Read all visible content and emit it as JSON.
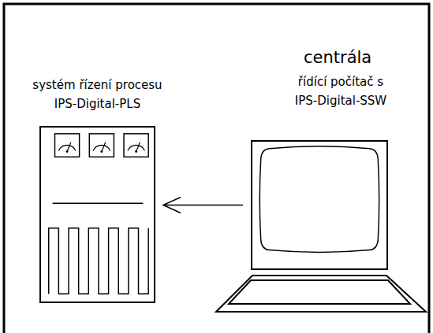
{
  "diagram": {
    "nodes": [
      {
        "text": [
          "systém řízení procesu IPS-Digital-PLS"
        ]
      },
      {
        "text": [
          "řídící počítač s IPS-Digital-SSW"
        ]
      }
    ],
    "edges": [
      {
        "from": 1,
        "to": 0,
        "arrow": "to"
      }
    ],
    "labels": [
      "centrála"
    ]
  }
}
